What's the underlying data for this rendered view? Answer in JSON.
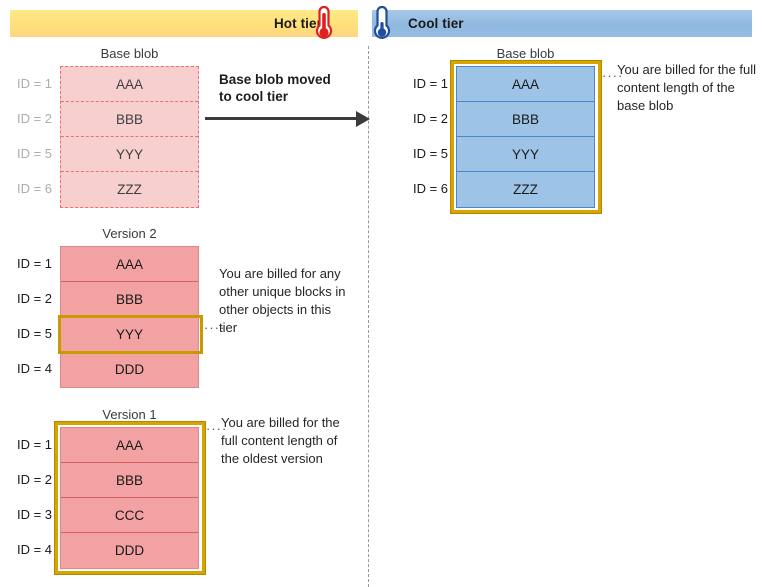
{
  "header": {
    "hot": {
      "label": "Hot tier",
      "icon": "thermometer-hot-icon",
      "color": "#ffe07a"
    },
    "cool": {
      "label": "Cool tier",
      "icon": "thermometer-cool-icon",
      "color": "#8fb8e0"
    }
  },
  "arrow": {
    "label_line1": "Base blob moved",
    "label_line2": "to cool tier",
    "icon": "right-arrow-icon"
  },
  "hot_tier": {
    "base_blob": {
      "title": "Base blob",
      "style": "dashed-faded",
      "rows": [
        {
          "id": "ID = 1",
          "value": "AAA"
        },
        {
          "id": "ID = 2",
          "value": "BBB"
        },
        {
          "id": "ID = 5",
          "value": "YYY"
        },
        {
          "id": "ID = 6",
          "value": "ZZZ"
        }
      ]
    },
    "version2": {
      "title": "Version 2",
      "rows": [
        {
          "id": "ID = 1",
          "value": "AAA"
        },
        {
          "id": "ID = 2",
          "value": "BBB"
        },
        {
          "id": "ID = 5",
          "value": "YYY"
        },
        {
          "id": "ID = 4",
          "value": "DDD"
        }
      ],
      "highlight_row_index": 2,
      "annotation": "You are billed for any other unique blocks in other objects in this tier"
    },
    "version1": {
      "title": "Version 1",
      "rows": [
        {
          "id": "ID = 1",
          "value": "AAA"
        },
        {
          "id": "ID = 2",
          "value": "BBB"
        },
        {
          "id": "ID = 3",
          "value": "CCC"
        },
        {
          "id": "ID = 4",
          "value": "DDD"
        }
      ],
      "highlight_all": true,
      "annotation": "You are billed for the full content length of the oldest version"
    }
  },
  "cool_tier": {
    "base_blob": {
      "title": "Base blob",
      "rows": [
        {
          "id": "ID = 1",
          "value": "AAA"
        },
        {
          "id": "ID = 2",
          "value": "BBB"
        },
        {
          "id": "ID = 5",
          "value": "YYY"
        },
        {
          "id": "ID = 6",
          "value": "ZZZ"
        }
      ],
      "highlight_all": true,
      "annotation": "You are billed for the full content length of the base blob"
    }
  },
  "annotations": {
    "cool_base": "You are billed for the full content length of the base blob",
    "v2": "You are billed for any other unique blocks in other objects in this tier",
    "v1": "You are billed for the full content length of the oldest version"
  },
  "leader_glyph": "····",
  "colors": {
    "hot_bar": "#ffe07a",
    "cool_bar": "#8fb8e0",
    "pink_block": "#f2a2a2",
    "pink_faded": "#f7cfcf",
    "blue_block": "#9dc3e6",
    "gold_highlight": "#c79b00",
    "thermo_hot": "#e02020",
    "thermo_cool": "#1f4e9c"
  }
}
